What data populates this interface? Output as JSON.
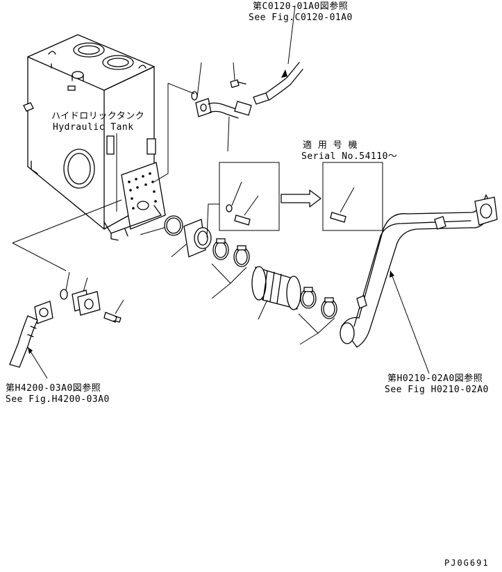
{
  "labels": {
    "top_ref_jp": "第C0120-01A0図参照",
    "top_ref_en": "See Fig.C0120-01A0",
    "tank_jp": "ハイドロリックタンク",
    "tank_en": "Hydraulic Tank",
    "serial_jp": "適 用 号 機",
    "serial_en": "Serial No.54110～",
    "left_ref_jp": "第H4200-03A0図参照",
    "left_ref_en": "See Fig.H4200-03A0",
    "right_ref_jp": "第H0210-02A0図参照",
    "right_ref_en": "See Fig H0210-02A0",
    "drawing_code": "PJ0G691"
  }
}
